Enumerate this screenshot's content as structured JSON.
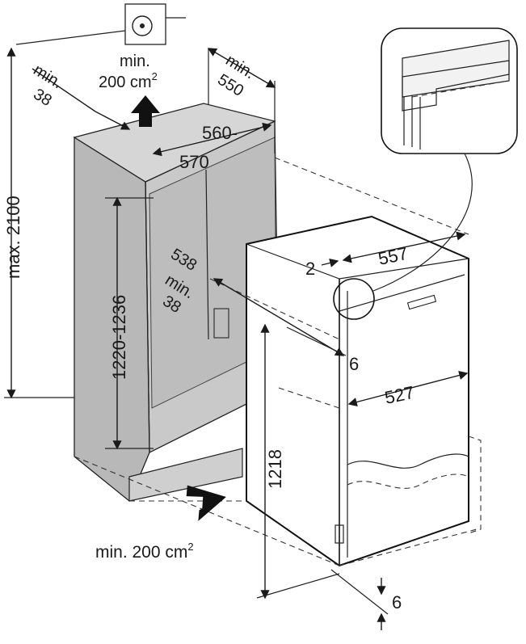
{
  "diagram": {
    "labels": {
      "vent_top_min": "min.",
      "vent_top_area": "200 cm",
      "vent_top_sup": "2",
      "vent_bottom_area": "min. 200 cm",
      "vent_bottom_sup": "2",
      "niche_height": "max. 2100",
      "top_left_min": "min.",
      "top_left_val": "38",
      "niche_depth_min": "min.",
      "niche_depth_val": "550",
      "niche_width_a": "560-",
      "niche_width_b": "570",
      "niche_inner_height": "1220-1236",
      "inner_width": "538",
      "side_min": "min.",
      "side_val": "38",
      "door_gap": "2",
      "appliance_depth": "557",
      "side_offset": "6",
      "appliance_width": "527",
      "appliance_height": "1218",
      "bottom_offset": "6"
    },
    "icons": [
      "vent-symbol-icon",
      "arrow-up-icon",
      "arrow-right-icon"
    ]
  }
}
